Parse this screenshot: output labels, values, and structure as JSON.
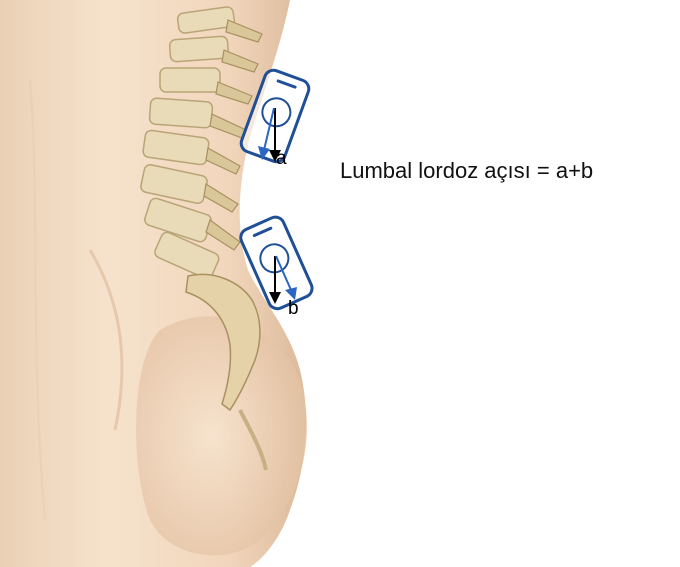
{
  "formula": "Lumbal lordoz açısı = a+b",
  "labels": {
    "a": "a",
    "b": "b"
  },
  "colors": {
    "phone_outline": "#1f4f96",
    "arrow_blue": "#2a66c4",
    "arrow_black": "#000000",
    "skin": "#f3d9c0",
    "bone": "#e6d6b0"
  },
  "icons": [
    "smartphone-icon",
    "smartphone-icon"
  ]
}
